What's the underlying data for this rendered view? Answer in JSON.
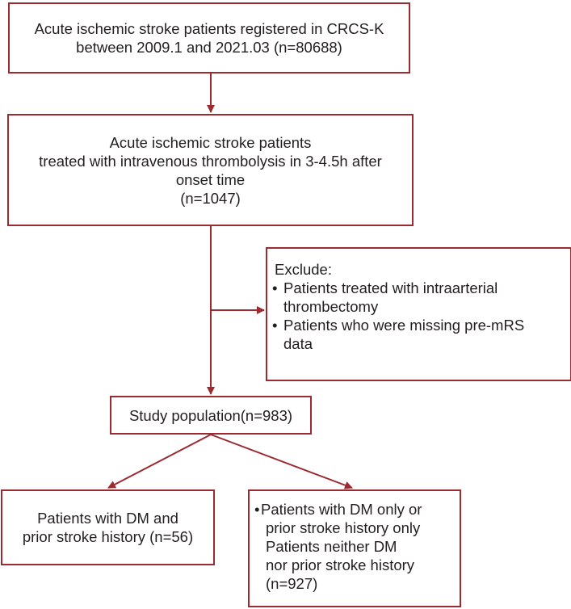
{
  "box1": {
    "lines": [
      "Acute ischemic stroke patients registered in CRCS-K",
      "between 2009.1 and 2021.03 (n=80688)"
    ]
  },
  "box2": {
    "lines": [
      "Acute ischemic stroke patients",
      "treated with intravenous thrombolysis in 3-4.5h after",
      "onset time",
      "(n=1047)"
    ]
  },
  "exclude": {
    "title": "Exclude:",
    "items": [
      {
        "line1": "Patients treated with intraarterial",
        "line2": "thrombectomy"
      },
      {
        "line1": "Patients who were missing pre-mRS",
        "line2": "data"
      }
    ]
  },
  "study": {
    "label": "Study population(n=983)"
  },
  "left_group": {
    "lines": [
      "Patients with DM and",
      "prior stroke history (n=56)"
    ]
  },
  "right_group": {
    "lines": [
      "Patients with DM only or",
      "prior stroke history only",
      "Patients neither DM",
      "nor prior stroke history",
      "(n=927)"
    ]
  },
  "bullet_symbol": "•",
  "colors": {
    "accent": "#9b2a31",
    "text": "#231f20"
  }
}
